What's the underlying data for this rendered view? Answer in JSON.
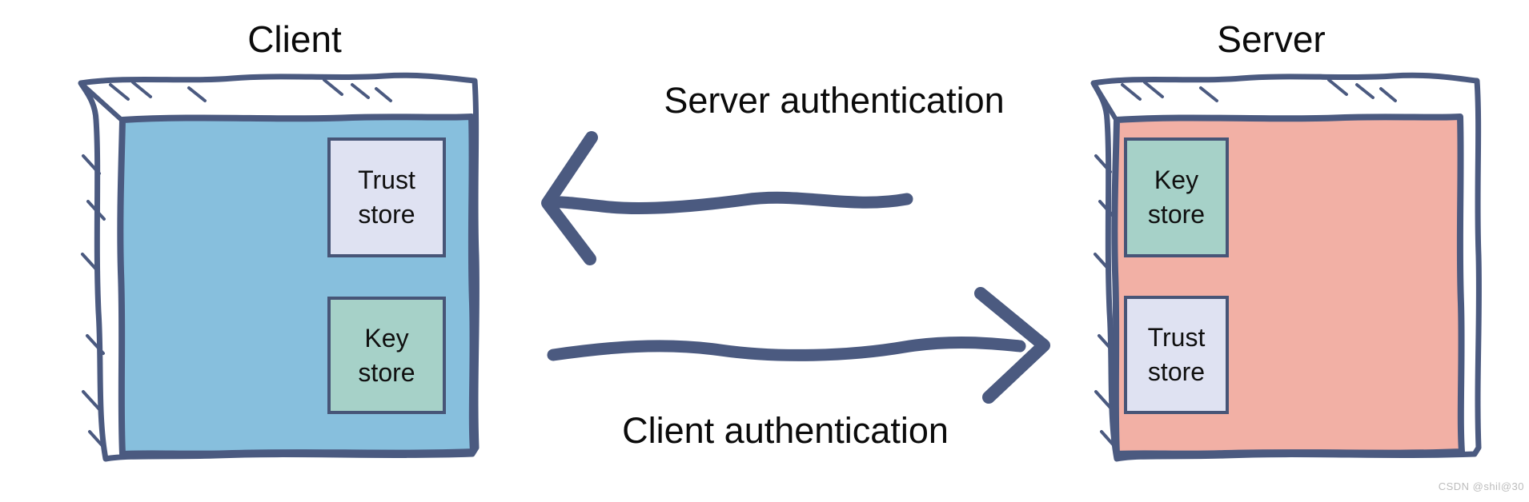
{
  "page": {
    "watermark": "CSDN @shil@30",
    "background": "#ffffff"
  },
  "colors": {
    "ink": "#4b5a80",
    "client_fill": "#87bfdd",
    "server_fill": "#f2b0a5",
    "trust_store_fill": "#dfe2f2",
    "key_store_fill": "#a6d1c8",
    "label_text": "#0b0b0b",
    "watermark_text": "#bcbcbc"
  },
  "diagram": {
    "client": {
      "title": "Client",
      "stores": [
        {
          "type": "trust-store",
          "label": "Trust\nstore"
        },
        {
          "type": "key-store",
          "label": "Key\nstore"
        }
      ]
    },
    "server": {
      "title": "Server",
      "stores": [
        {
          "type": "key-store",
          "label": "Key\nstore"
        },
        {
          "type": "trust-store",
          "label": "Trust\nstore"
        }
      ]
    },
    "flows": [
      {
        "label": "Server authentication",
        "direction": "server-to-client"
      },
      {
        "label": "Client authentication",
        "direction": "client-to-server"
      }
    ]
  }
}
